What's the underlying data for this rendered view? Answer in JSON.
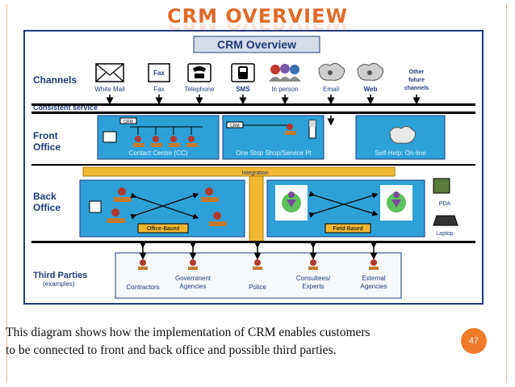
{
  "slide_title": "CRM OVERVIEW",
  "diagram": {
    "heading": "CRM Overview",
    "rows": {
      "channels": "Channels",
      "consistent_service": "Consistent service",
      "front_office": [
        "Front",
        "Office"
      ],
      "back_office": [
        "Back",
        "Office"
      ],
      "third_parties": "Third Parties",
      "third_parties_note": "(examples)"
    },
    "channels": [
      "White Mail",
      "Fax",
      "Telephone",
      "SMS",
      "In person",
      "Email",
      "Web"
    ],
    "other_channels": [
      "Other",
      "future",
      "channels"
    ],
    "fax_icon_text": "Fax",
    "crm_tags": [
      "CRM",
      "CRM"
    ],
    "front_units": [
      "Contact Centre (CC)",
      "One Stop Shop/Service Pt",
      "Self-Help: On-line"
    ],
    "integration": "Integration",
    "back_units": [
      "Office-Based",
      "Field-Based"
    ],
    "devices": [
      "PDA",
      "Laptop"
    ],
    "third_parties": [
      [
        "Contractors"
      ],
      [
        "Government",
        "Agencies"
      ],
      [
        "Police"
      ],
      [
        "Consultees/",
        "Experts"
      ],
      [
        "External",
        "Agencies"
      ]
    ]
  },
  "caption": {
    "line1": "This diagram shows how the implementation of CRM enables customers",
    "line2": "to be connected to front and back office and possible third parties."
  },
  "page_number": "47",
  "colors": {
    "title": "#e06a2a",
    "navy": "#1f3a7a",
    "panel": "#2ea0d8",
    "integration": "#f2b731",
    "page_badge": "#f07a2a"
  }
}
